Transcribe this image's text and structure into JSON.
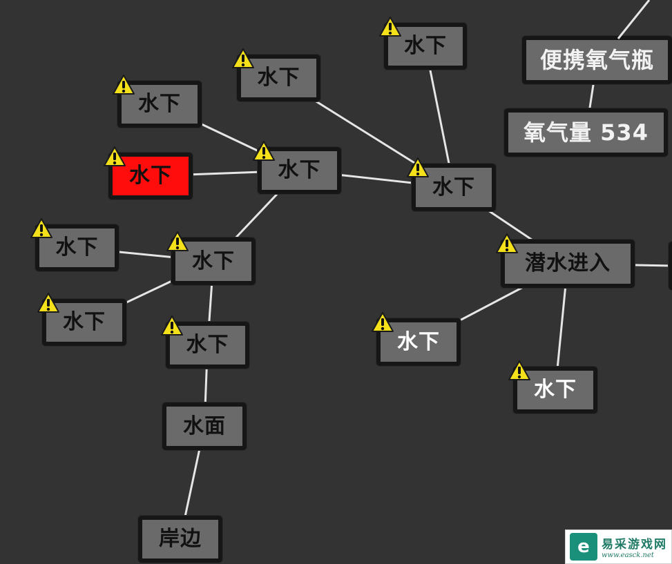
{
  "map": {
    "background": "#333333",
    "node_color": "#6a6a6a",
    "highlight_color": "#ff0c0c",
    "warning_color": "#f5e11a",
    "nodes": {
      "n_top": {
        "label": "水下",
        "warning": true
      },
      "n_b": {
        "label": "水下",
        "warning": true
      },
      "n_a": {
        "label": "水下",
        "warning": true
      },
      "n_red": {
        "label": "水下",
        "warning": true,
        "current": true
      },
      "n_hub": {
        "label": "水下",
        "warning": true
      },
      "n_right": {
        "label": "水下",
        "warning": true
      },
      "n_l1": {
        "label": "水下",
        "warning": true
      },
      "n_mid": {
        "label": "水下",
        "warning": true
      },
      "n_l2": {
        "label": "水下",
        "warning": true
      },
      "n_down": {
        "label": "水下",
        "warning": true
      },
      "n_surface": {
        "label": "水面",
        "warning": false
      },
      "n_shore": {
        "label": "岸边",
        "warning": false
      },
      "n_dive": {
        "label": "潜水进入",
        "warning": true
      },
      "n_dl": {
        "label": "水下",
        "warning": true
      },
      "n_dr": {
        "label": "水下",
        "warning": true
      },
      "n_tank": {
        "label": "便携氧气瓶",
        "warning": false
      },
      "n_oxy": {
        "label": "氧气量 534",
        "warning": false
      }
    },
    "edges": [
      [
        "n_a",
        "n_hub"
      ],
      [
        "n_red",
        "n_hub"
      ],
      [
        "n_b",
        "n_right"
      ],
      [
        "n_hub",
        "n_right"
      ],
      [
        "n_top",
        "n_right"
      ],
      [
        "n_hub",
        "n_mid"
      ],
      [
        "n_l1",
        "n_mid"
      ],
      [
        "n_l2",
        "n_mid"
      ],
      [
        "n_mid",
        "n_down"
      ],
      [
        "n_down",
        "n_surface"
      ],
      [
        "n_surface",
        "n_shore"
      ],
      [
        "n_right",
        "n_dive"
      ],
      [
        "n_dive",
        "n_dl"
      ],
      [
        "n_dive",
        "n_dr"
      ],
      [
        "n_tank",
        "n_oxy"
      ]
    ]
  },
  "watermark": {
    "logo_glyph": "e",
    "name": "易采游戏网",
    "url": "www.easck.net"
  }
}
